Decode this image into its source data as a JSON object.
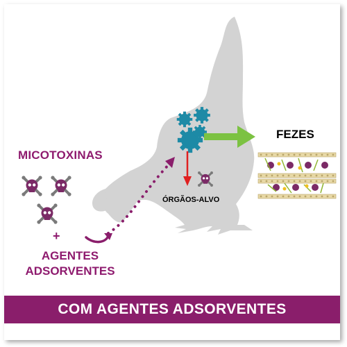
{
  "labels": {
    "toxins": "MICOTOXINAS",
    "plus": "+",
    "binders": "AGENTES\nADSORVENTES",
    "feces": "FEZES",
    "target_organs": "ÓRGÃOS-ALVO"
  },
  "banner": {
    "text": "COM AGENTES ADSORVENTES"
  },
  "colors": {
    "brand_purple": "#8a1e6b",
    "toxin_text": "#8e1a6e",
    "chicken_gray": "#d3d3d3",
    "toxin_cluster": "#1d8aa6",
    "feces_arrow": "#7cc242",
    "organ_arrow": "#e02020"
  },
  "icons": [
    "skull-crossbones-icon",
    "gear-cluster-icon",
    "clay-layer-icon",
    "chicken-silhouette"
  ]
}
